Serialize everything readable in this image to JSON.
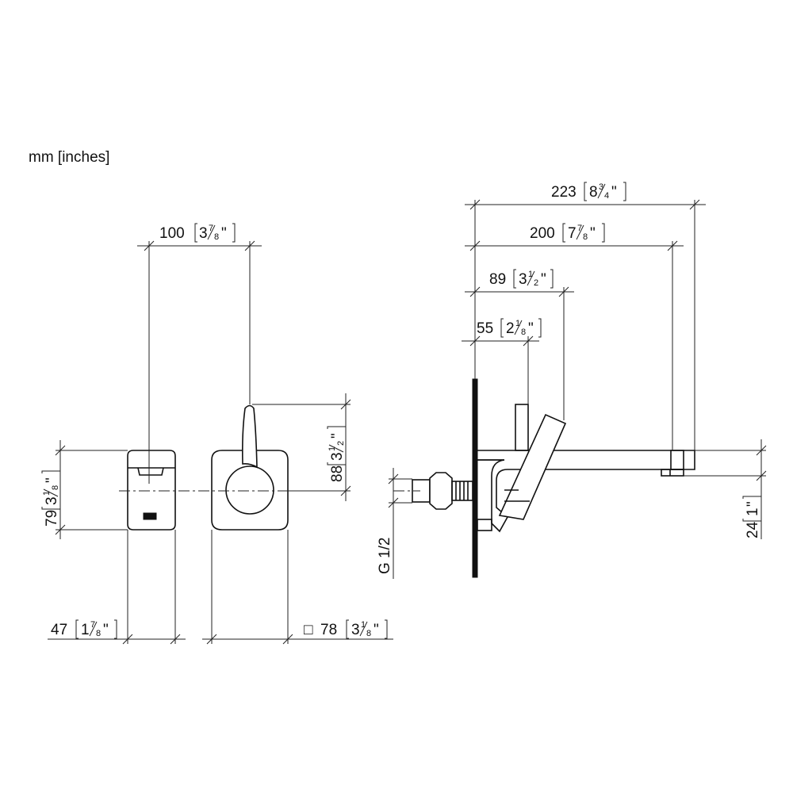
{
  "units_label": "mm [inches]",
  "dimensions": {
    "overall_223": {
      "mm": "223",
      "inch_whole": "8",
      "inch_num": "3",
      "inch_den": "4",
      "inch_mark": "\""
    },
    "spout_200": {
      "mm": "200",
      "inch_whole": "7",
      "inch_num": "7",
      "inch_den": "8",
      "inch_mark": "\""
    },
    "lever_89": {
      "mm": "89",
      "inch_whole": "3",
      "inch_num": "1",
      "inch_den": "2",
      "inch_mark": "\""
    },
    "body_55": {
      "mm": "55",
      "inch_whole": "2",
      "inch_num": "1",
      "inch_den": "8",
      "inch_mark": "\""
    },
    "spacing_100": {
      "mm": "100",
      "inch_whole": "3",
      "inch_num": "7",
      "inch_den": "8",
      "inch_mark": "\""
    },
    "height_79": {
      "mm": "79",
      "inch_whole": "3",
      "inch_num": "1",
      "inch_den": "8",
      "inch_mark": "\""
    },
    "lever_height_88": {
      "mm": "88",
      "inch_whole": "3",
      "inch_num": "1",
      "inch_den": "2",
      "inch_mark": "\""
    },
    "width_47": {
      "mm": "47",
      "inch_whole": "1",
      "inch_num": "7",
      "inch_den": "8",
      "inch_mark": "\""
    },
    "plate_78": {
      "prefix": "□",
      "mm": "78",
      "inch_whole": "3",
      "inch_num": "1",
      "inch_den": "8",
      "inch_mark": "\""
    },
    "offset_24": {
      "mm": "24",
      "inch_whole": "1",
      "inch_mark": "\""
    },
    "thread": {
      "label": "G 1/2"
    }
  }
}
